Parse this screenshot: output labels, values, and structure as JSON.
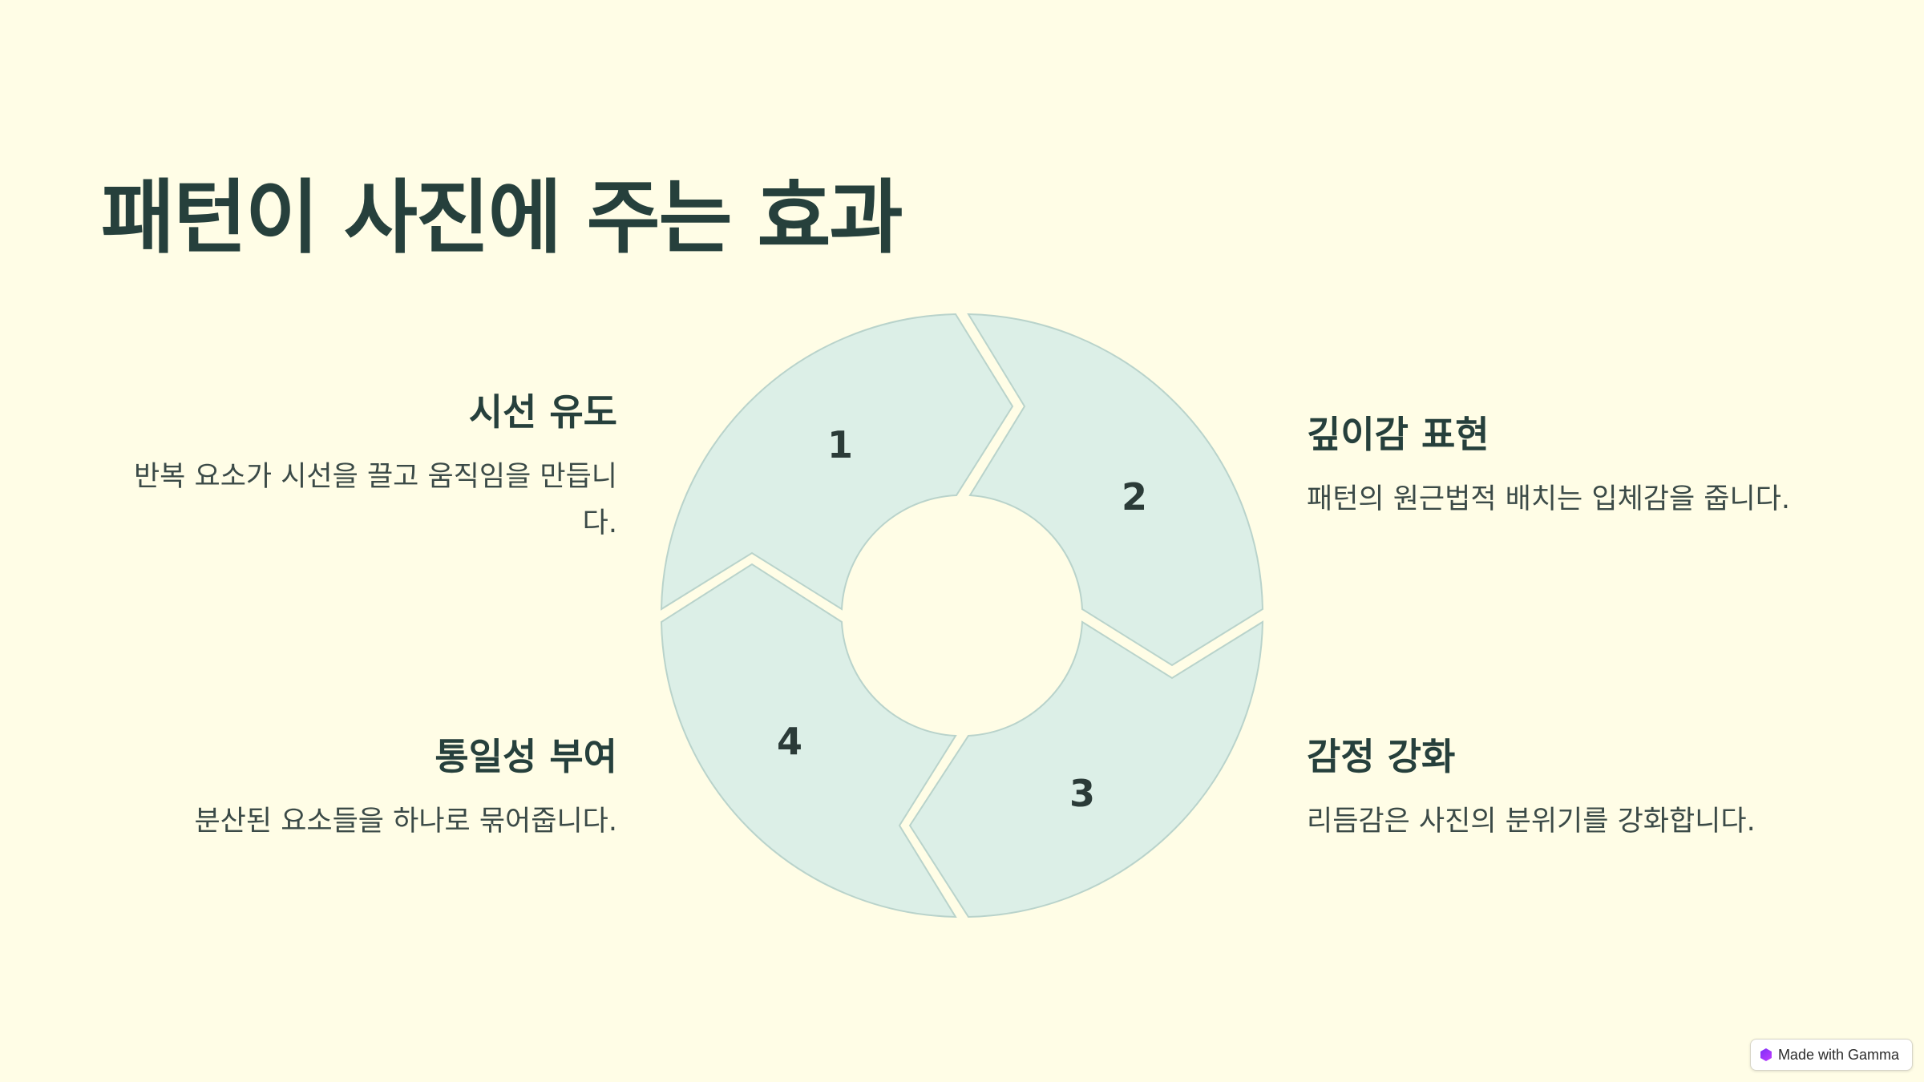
{
  "slide": {
    "title": "패턴이 사진에 주는 효과"
  },
  "cycle": {
    "colors": {
      "segment_fill": "#dcefe7",
      "segment_stroke": "#b9d3cb",
      "background": "#fffde6",
      "text": "#26403c"
    },
    "steps": [
      {
        "number": "1",
        "heading": "시선 유도",
        "description": "반복 요소가 시선을 끌고 움직임을 만듭니다."
      },
      {
        "number": "2",
        "heading": "깊이감 표현",
        "description": "패턴의 원근법적 배치는 입체감을 줍니다."
      },
      {
        "number": "3",
        "heading": "감정 강화",
        "description": "리듬감은 사진의 분위기를 강화합니다."
      },
      {
        "number": "4",
        "heading": "통일성 부여",
        "description": "분산된 요소들을 하나로 묶어줍니다."
      }
    ]
  },
  "badge": {
    "label": "Made with Gamma",
    "icon": "gamma-logo-icon"
  }
}
